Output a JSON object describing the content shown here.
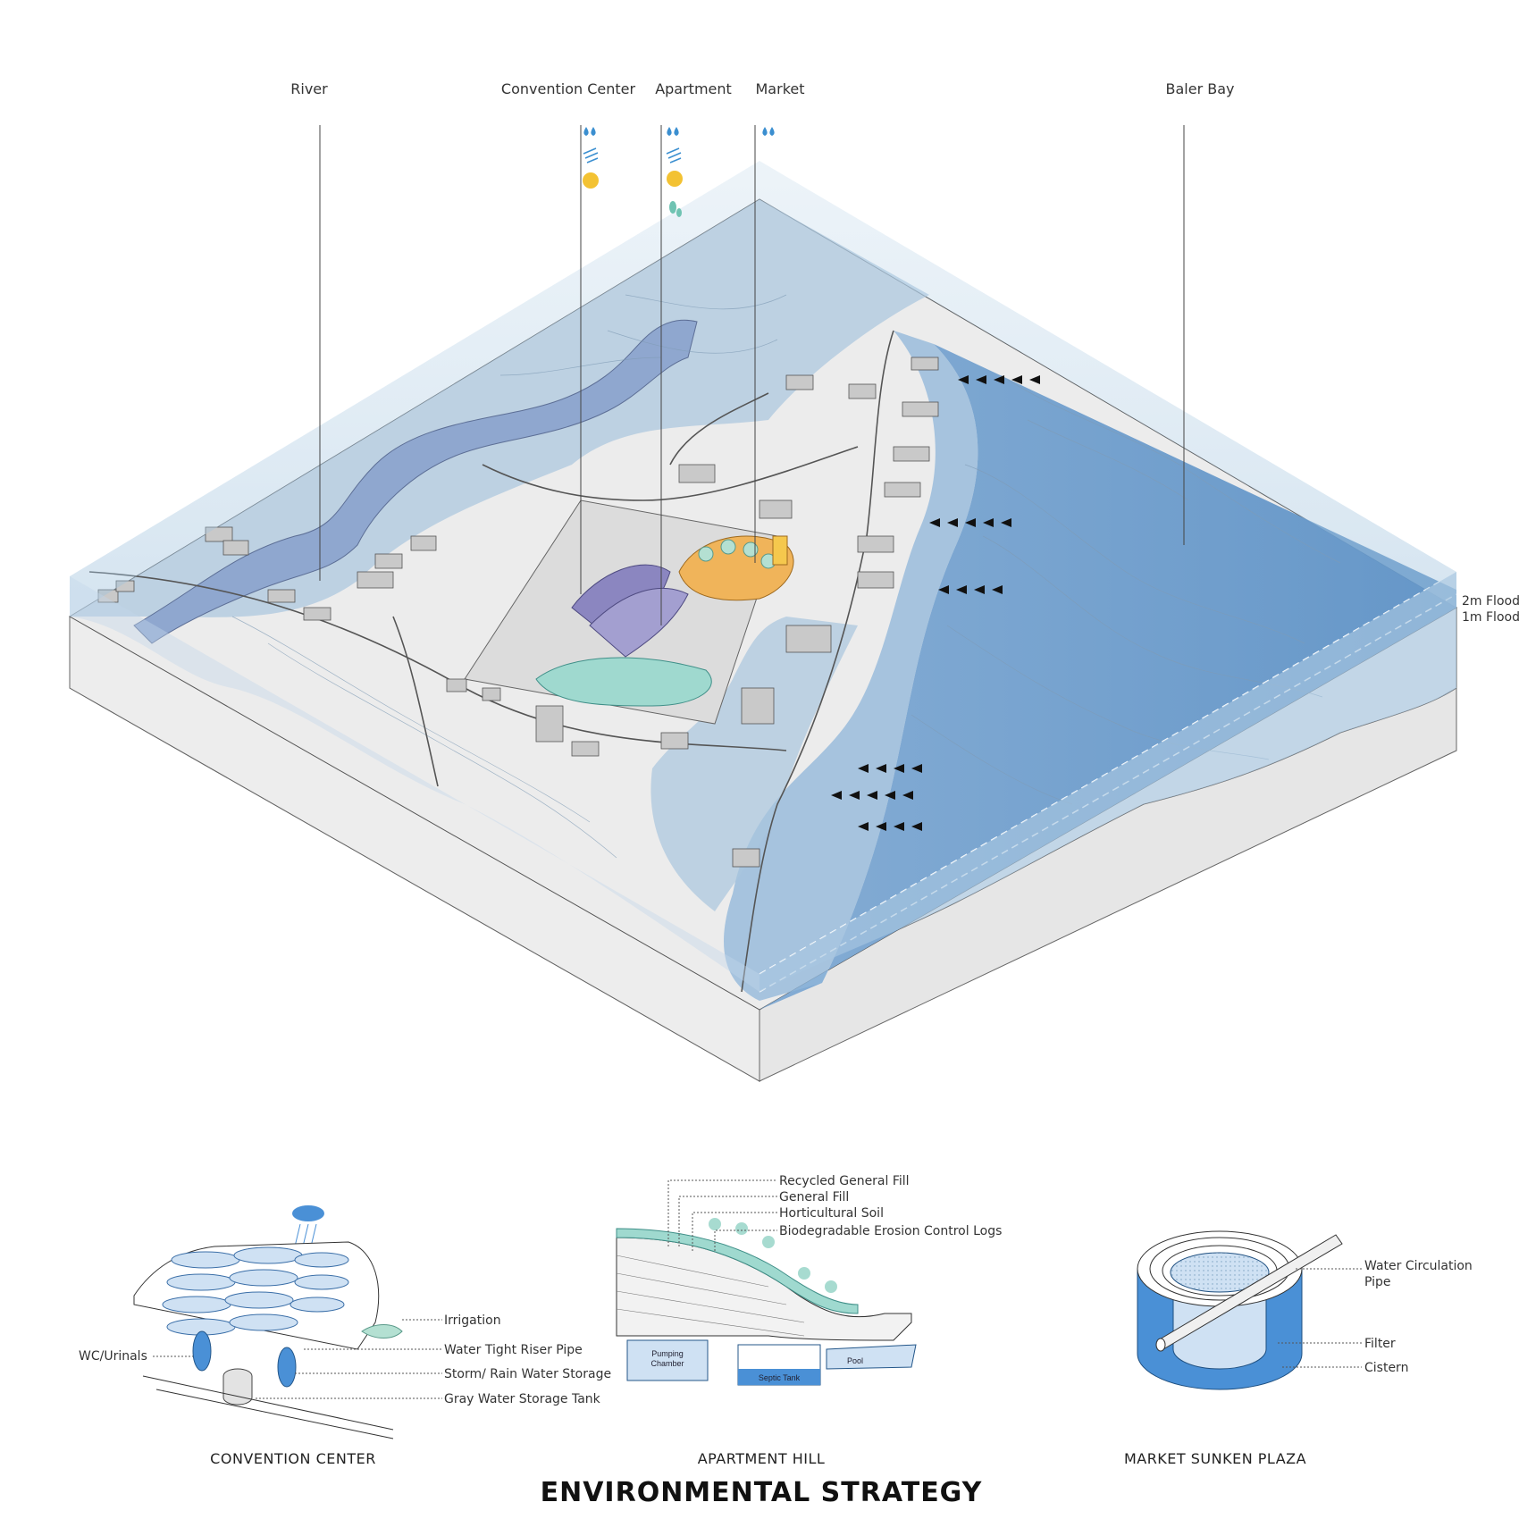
{
  "top_labels": {
    "river": "River",
    "convention_center": "Convention Center",
    "apartment": "Apartment",
    "market": "Market",
    "baler_bay": "Baler Bay"
  },
  "flood_levels": {
    "two_m": "2m Flood",
    "one_m": "1m Flood"
  },
  "convention_detail": {
    "caption": "CONVENTION CENTER",
    "callouts": {
      "irrigation": "Irrigation",
      "wc": "WC/Urinals",
      "riser": "Water Tight Riser Pipe",
      "storm": "Storm/ Rain Water Storage",
      "gray": "Gray Water Storage Tank"
    }
  },
  "apartment_detail": {
    "caption": "APARTMENT HILL",
    "callouts": {
      "recycled": "Recycled General Fill",
      "general": "General Fill",
      "soil": "Horticultural Soil",
      "logs": "Biodegradable Erosion Control Logs"
    },
    "tanks": {
      "pumping_1": "Pumping",
      "pumping_2": "Chamber",
      "septic": "Septic Tank",
      "pool": "Pool"
    }
  },
  "market_detail": {
    "caption": "MARKET SUNKEN PLAZA",
    "callouts": {
      "pipe_1": "Water Circulation",
      "pipe_2": "Pipe",
      "filter": "Filter",
      "cistern": "Cistern"
    }
  },
  "main_title": "ENVIRONMENTAL STRATEGY",
  "colors": {
    "water": "#9cc0dc",
    "water_deep": "#6d9cc9",
    "land": "#ececec",
    "river": "#8fa7cf",
    "sun": "#f3c233",
    "convention": "#8b86c0",
    "apartment": "#f0b45a",
    "pool": "#9fd9cf"
  }
}
